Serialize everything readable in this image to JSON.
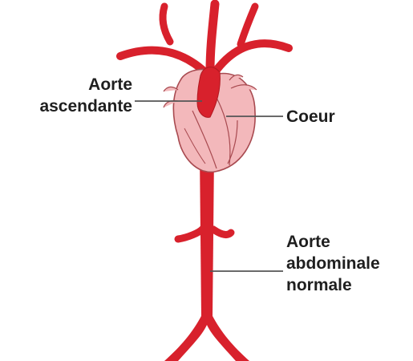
{
  "labels": {
    "ascending_aorta": [
      "Aorte",
      "ascendante"
    ],
    "heart": "Coeur",
    "abdominal_aorta": [
      "Aorte",
      "abdominale",
      "normale"
    ]
  },
  "colors": {
    "artery": "#d8212c",
    "artery_dark": "#b01820",
    "heart_fill": "#f3b8bb",
    "heart_outline": "#a84a50",
    "leader_line": "#555555",
    "text": "#1f1f1f"
  }
}
